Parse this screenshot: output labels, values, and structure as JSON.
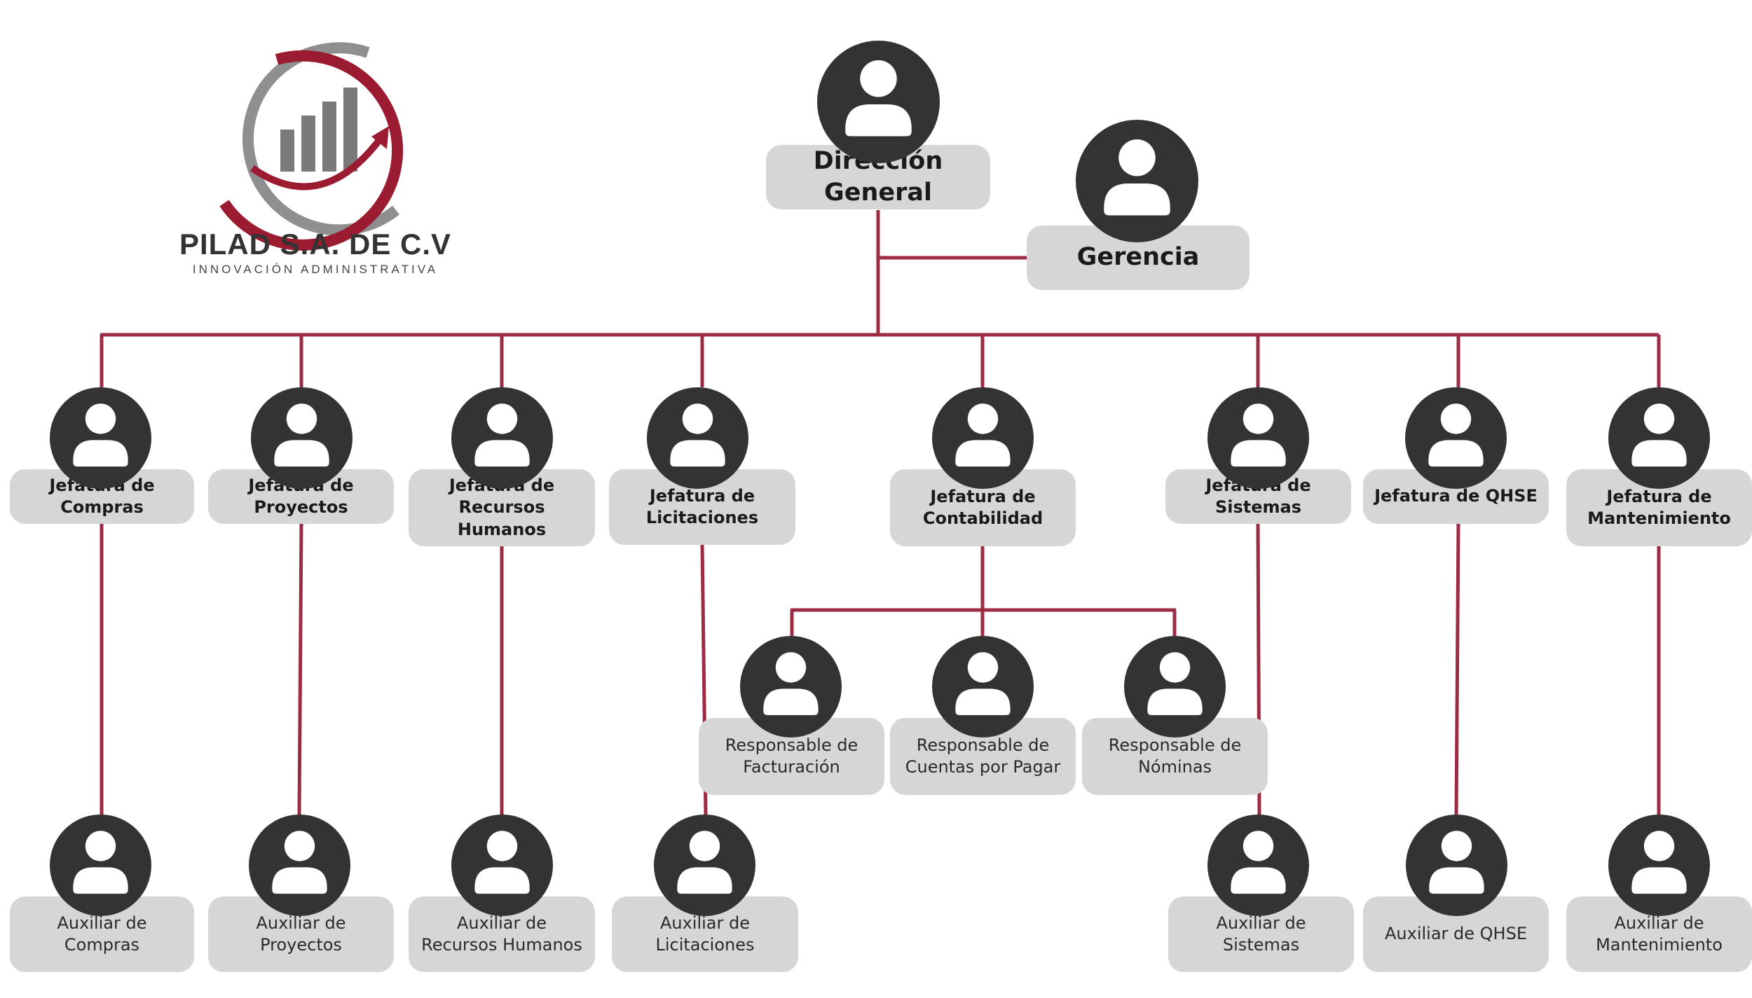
{
  "company": {
    "name": "PILAD S.A. DE C.V",
    "tagline": "INNOVACIÓN ADMINISTRATIVA"
  },
  "colors": {
    "connector": "#9b2c43",
    "node_box": "#d6d6d6",
    "avatar": "#333333"
  },
  "nodes": {
    "direccion": "Dirección General",
    "gerencia": "Gerencia",
    "jef_compras": "Jefatura de Compras",
    "jef_proyectos": "Jefatura de Proyectos",
    "jef_rh": "Jefatura de Recursos Humanos",
    "jef_licitaciones": "Jefatura de Licitaciones",
    "jef_contabilidad": "Jefatura de Contabilidad",
    "jef_sistemas": "Jefatura de Sistemas",
    "jef_qhse": "Jefatura de QHSE",
    "jef_mantenimiento": "Jefatura de Mantenimiento",
    "resp_facturacion": "Responsable de Facturación",
    "resp_cuentas": "Responsable de Cuentas por Pagar",
    "resp_nominas": "Responsable de Nóminas",
    "aux_compras": "Auxiliar de Compras",
    "aux_proyectos": "Auxiliar de Proyectos",
    "aux_rh": "Auxiliar de Recursos Humanos",
    "aux_licitaciones": "Auxiliar de Licitaciones",
    "aux_sistemas": "Auxiliar de Sistemas",
    "aux_qhse": "Auxiliar de QHSE",
    "aux_mantenimiento": "Auxiliar de Mantenimiento"
  }
}
